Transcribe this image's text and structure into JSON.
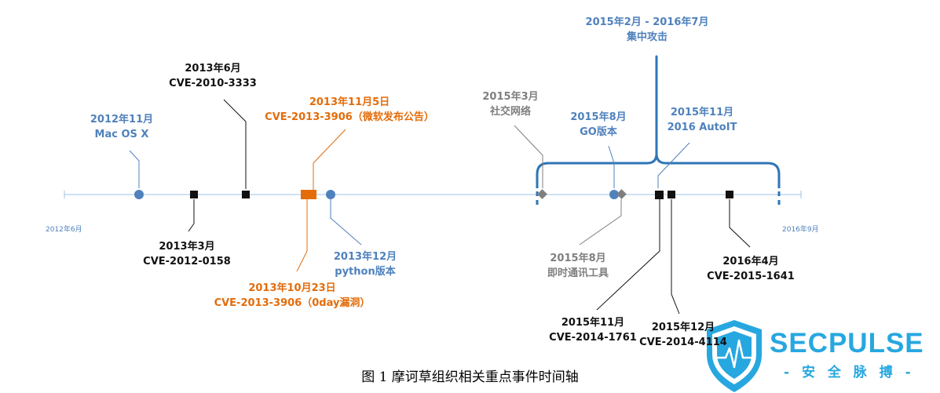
{
  "axis": {
    "start_label": "2012年6月",
    "end_label": "2016年9月"
  },
  "bracket": {
    "title": "2015年2月 - 2016年7月",
    "subtitle": "集中攻击"
  },
  "events": [
    {
      "id": "e1",
      "date": "2012年11月",
      "text": "Mac OS X",
      "color": "blue"
    },
    {
      "id": "e2",
      "date": "2013年3月",
      "text": "CVE-2012-0158",
      "color": "black"
    },
    {
      "id": "e3",
      "date": "2013年6月",
      "text": "CVE-2010-3333",
      "color": "black"
    },
    {
      "id": "e4",
      "date": "2013年10月23日",
      "text": "CVE-2013-3906（0day漏洞）",
      "color": "orange"
    },
    {
      "id": "e5",
      "date": "2013年11月5日",
      "text": "CVE-2013-3906（微软发布公告）",
      "color": "orange"
    },
    {
      "id": "e6",
      "date": "2013年12月",
      "text": "python版本",
      "color": "blue"
    },
    {
      "id": "e7",
      "date": "2015年3月",
      "text": "社交网络",
      "color": "gray"
    },
    {
      "id": "e8",
      "date": "2015年8月",
      "text": "GO版本",
      "color": "blue"
    },
    {
      "id": "e9",
      "date": "2015年8月",
      "text": "即时通讯工具",
      "color": "gray"
    },
    {
      "id": "e10",
      "date": "2015年11月",
      "text": "2016 AutoIT",
      "color": "blue"
    },
    {
      "id": "e11",
      "date": "2015年11月",
      "text": "CVE-2014-1761",
      "color": "black"
    },
    {
      "id": "e12",
      "date": "2015年12月",
      "text": "CVE-2014-4114",
      "color": "black"
    },
    {
      "id": "e13",
      "date": "2016年4月",
      "text": "CVE-2015-1641",
      "color": "black"
    }
  ],
  "caption": "图 1 摩诃草组织相关重点事件时间轴",
  "watermark": {
    "word": "SECPULSE",
    "sub": "- 安 全 脉 搏 -"
  },
  "colors": {
    "blue": "#4f81bd",
    "black": "#111111",
    "orange": "#e46c0a",
    "gray": "#7f7f7f",
    "axis": "#9dc3e6",
    "bracket": "#2e75b6",
    "brand": "#27a7e0"
  }
}
